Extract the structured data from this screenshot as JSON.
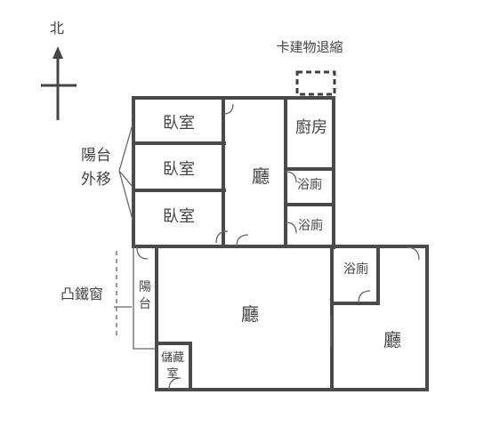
{
  "compass": {
    "label": "北"
  },
  "annotations": {
    "retreat_note": "卡建物退縮",
    "balcony_move_line1": "陽台",
    "balcony_move_line2": "外移",
    "bay_window": "凸鐵窗"
  },
  "rooms": {
    "bedroom_1": "臥室",
    "bedroom_2": "臥室",
    "bedroom_3": "臥室",
    "kitchen": "廚房",
    "hall_upper": "廳",
    "bathroom_1": "浴廁",
    "bathroom_2": "浴廁",
    "bathroom_3": "浴廁",
    "hall_main": "廳",
    "hall_right": "廳",
    "balcony_line1": "陽",
    "balcony_line2": "台",
    "storage_line1": "儲藏",
    "storage_line2": "室"
  }
}
